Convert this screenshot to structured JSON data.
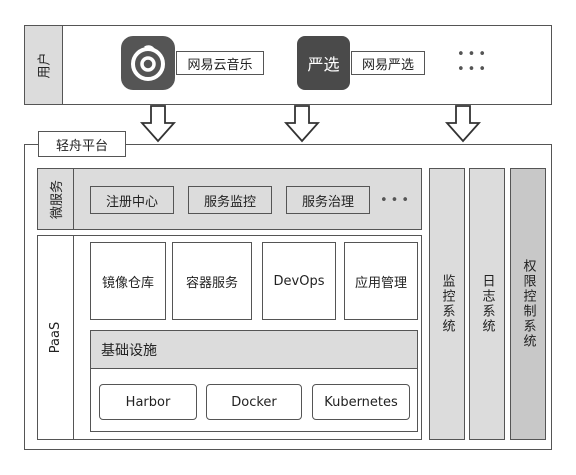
{
  "users": {
    "label": "用户",
    "apps": [
      {
        "name": "网易云音乐",
        "icon": "netease-cloud-music-icon"
      },
      {
        "name": "网易严选",
        "icon": "yanxuan-icon",
        "icon_text": "严选"
      }
    ],
    "more": "••• •••"
  },
  "platform": {
    "title": "轻舟平台",
    "microservice": {
      "label": "微服务",
      "items": [
        "注册中心",
        "服务监控",
        "服务治理"
      ],
      "more": "•••"
    },
    "paas": {
      "label": "PaaS",
      "items": [
        "镜像仓库",
        "容器服务",
        "DevOps",
        "应用管理"
      ],
      "infra": {
        "title": "基础设施",
        "items": [
          "Harbor",
          "Docker",
          "Kubernetes"
        ]
      }
    },
    "side_systems": [
      "监控系统",
      "日志系统",
      "权限控制系统"
    ]
  },
  "colors": {
    "border": "#555555",
    "grey_panel": "#dcdcdc",
    "dark_panel": "#c8c8c8"
  }
}
